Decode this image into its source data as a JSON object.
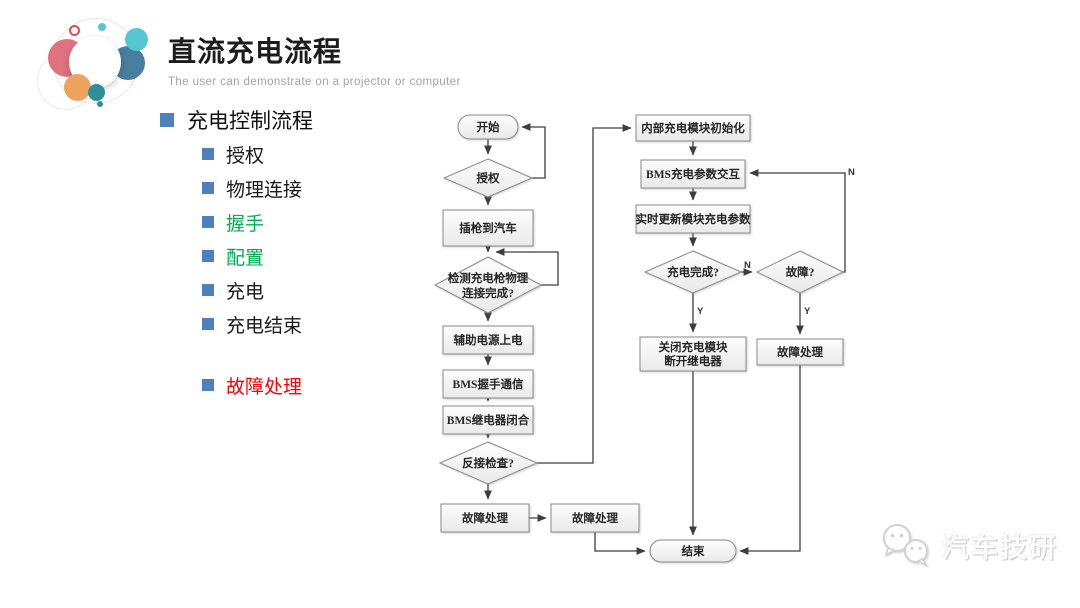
{
  "header": {
    "title": "直流充电流程",
    "subtitle": "The user can demonstrate on a projector or computer"
  },
  "outline": {
    "heading": "充电控制流程",
    "bullet_color": "#4e80bc",
    "items": [
      {
        "label": "授权",
        "color": "#1a1a1a"
      },
      {
        "label": "物理连接",
        "color": "#1a1a1a"
      },
      {
        "label": "握手",
        "color": "#00b050"
      },
      {
        "label": "配置",
        "color": "#00b050"
      },
      {
        "label": "充电",
        "color": "#1a1a1a"
      },
      {
        "label": "充电结束",
        "color": "#1a1a1a"
      },
      {
        "label": "故障处理",
        "color": "#ff0000"
      }
    ]
  },
  "flowchart": {
    "nodes": {
      "start": "开始",
      "auth": "授权",
      "plug": "插枪到汽车",
      "detect_line1": "检测充电枪物理",
      "detect_line2": "连接完成?",
      "aux_power": "辅助电源上电",
      "bms_handshake": "BMS握手通信",
      "bms_relay": "BMS继电器闭合",
      "reverse_check": "反接检查?",
      "fault_a": "故障处理",
      "fault_b": "故障处理",
      "init_module": "内部充电模块初始化",
      "bms_params": "BMS充电参数交互",
      "update_params": "实时更新模块充电参数",
      "charge_done": "充电完成?",
      "fault_q": "故障?",
      "shutdown_line1": "关闭充电模块",
      "shutdown_line2": "断开继电器",
      "fault_c": "故障处理",
      "end": "结束"
    },
    "labels": {
      "yes": "Y",
      "no": "N"
    },
    "colors": {
      "box_border": "#8a8a8a",
      "arrow": "#3d3d3d"
    }
  },
  "watermark": {
    "text": "汽车技研"
  }
}
